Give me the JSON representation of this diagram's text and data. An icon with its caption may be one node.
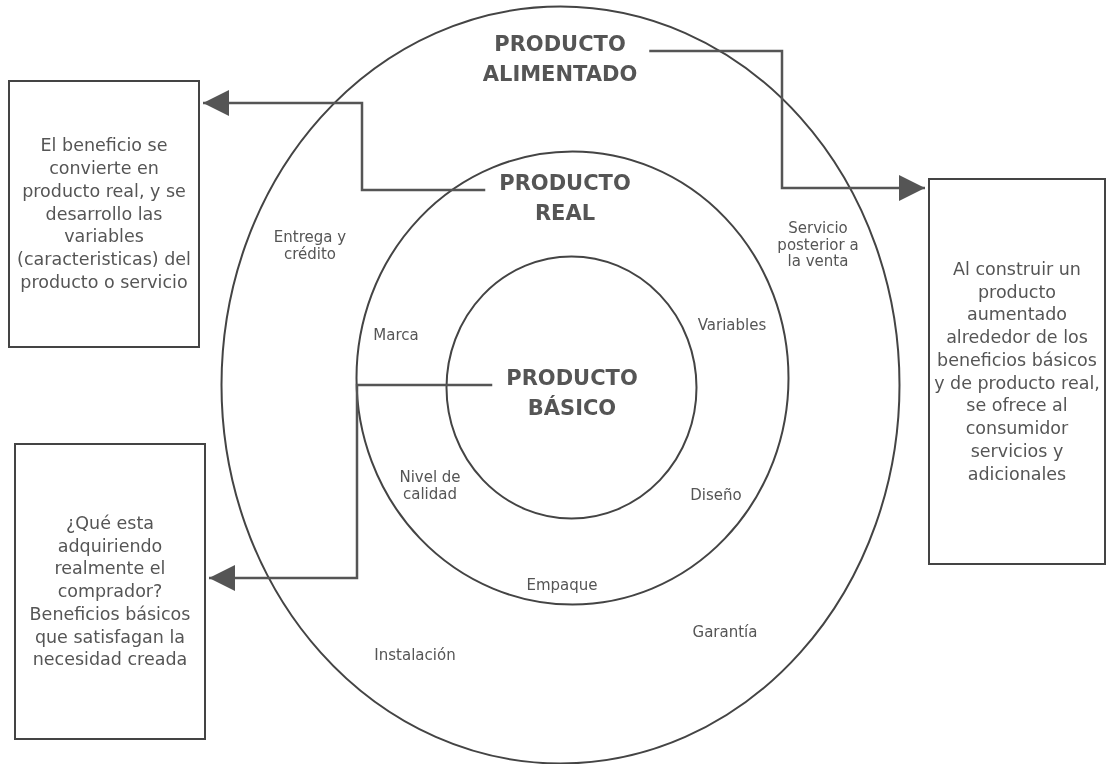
{
  "diagram": {
    "nodes": [
      {
        "text": [
          "PRODUCTO ALIMENTADO"
        ]
      },
      {
        "text": [
          "El beneficio se convierte en producto real, y se desarrollo las variables (caracteristicas) del producto o servicio"
        ]
      },
      {
        "text": [
          "PRODUCTO REAL"
        ],
        "in": 0
      },
      {
        "text": [
          "Al construir un producto aumentado alrededor de los beneficios básicos y de producto real, se ofrece al consumidor servicios y adicionales"
        ]
      },
      {
        "text": [
          "PRODUCTO BÁSICO"
        ],
        "in": 2
      },
      {
        "text": [
          "¿Qué esta adquiriendo realmente el comprador? Beneficios básicos que satisfagan la necesidad creada"
        ]
      }
    ],
    "edges": [
      {
        "from": 2,
        "to": 1,
        "arrow": "to"
      },
      {
        "from": 0,
        "to": 3,
        "arrow": "to"
      },
      {
        "from": 4,
        "to": 5,
        "arrow": "to"
      }
    ],
    "labels": [
      "Entrega y crédito",
      "Servicio posterior a la venta",
      "Variables",
      "Marca",
      "Nivel de calidad",
      "Diseño",
      "Empaque",
      "Garantía",
      "Instalación"
    ]
  }
}
